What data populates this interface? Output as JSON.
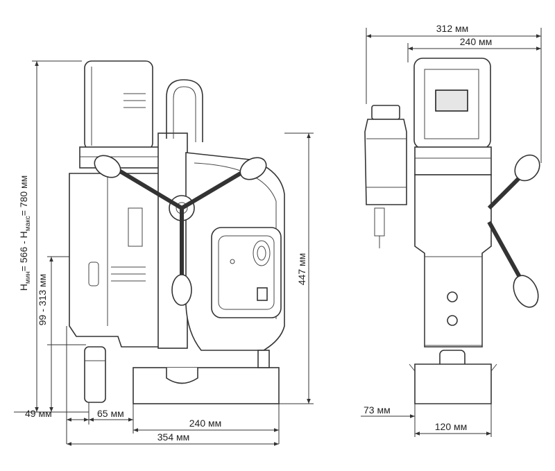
{
  "dimensions": {
    "top_overall_width": "312 мм",
    "top_inner_width": "240 мм",
    "height_side": "447 мм",
    "height_range_prefix": "H",
    "height_min_sub": "мин",
    "height_mid": "= 566 - H",
    "height_max_sub": "макс",
    "height_end": "= 780 мм",
    "stroke_range": "99 - 313 мм",
    "bottom_offset_49": "49 мм",
    "bottom_offset_65": "65 мм",
    "base_width_240": "240 мм",
    "overall_depth_354": "354 мм",
    "front_offset_73": "73 мм",
    "front_base_120": "120 мм"
  }
}
